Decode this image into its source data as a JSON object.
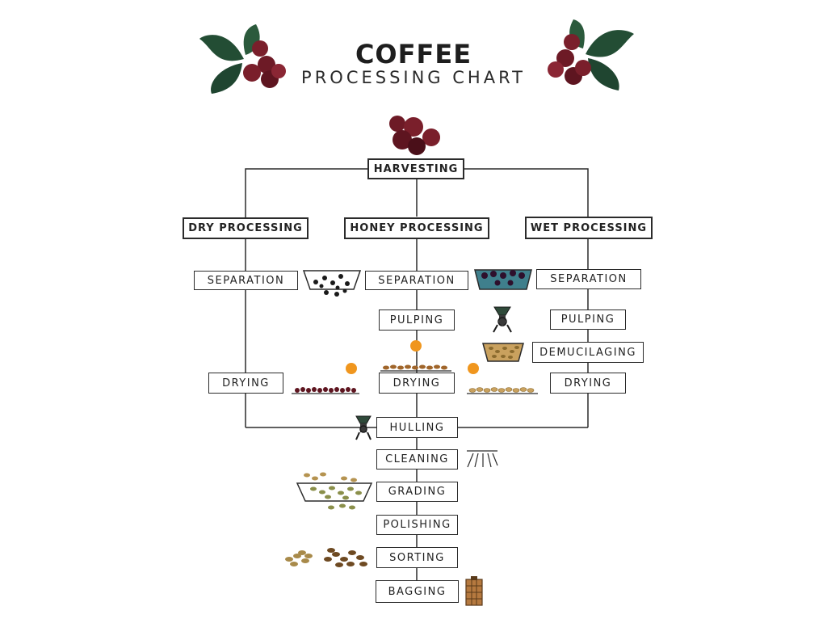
{
  "title": {
    "main": "COFFEE",
    "sub": "PROCESSING CHART"
  },
  "steps": {
    "harvesting": "HARVESTING",
    "dry_processing": "DRY PROCESSING",
    "honey_processing": "HONEY PROCESSING",
    "wet_processing": "WET PROCESSING",
    "dry_separation": "SEPARATION",
    "honey_separation": "SEPARATION",
    "wet_separation": "SEPARATION",
    "honey_pulping": "PULPING",
    "wet_pulping": "PULPING",
    "demucilaging": "DEMUCILAGING",
    "dry_drying": "DRYING",
    "honey_drying": "DRYING",
    "wet_drying": "DRYING",
    "hulling": "HULLING",
    "cleaning": "CLEANING",
    "grading": "GRADING",
    "polishing": "POLISHING",
    "sorting": "SORTING",
    "bagging": "BAGGING"
  },
  "colors": {
    "line": "#2b2b2b",
    "cherry": "#7a1f2b",
    "cherry_dark": "#4a0f19",
    "leaf": "#234d34",
    "sun": "#f0961e",
    "bean": "#c9a15e",
    "bean_green": "#8a8f4a",
    "water": "#3f7f8c"
  }
}
